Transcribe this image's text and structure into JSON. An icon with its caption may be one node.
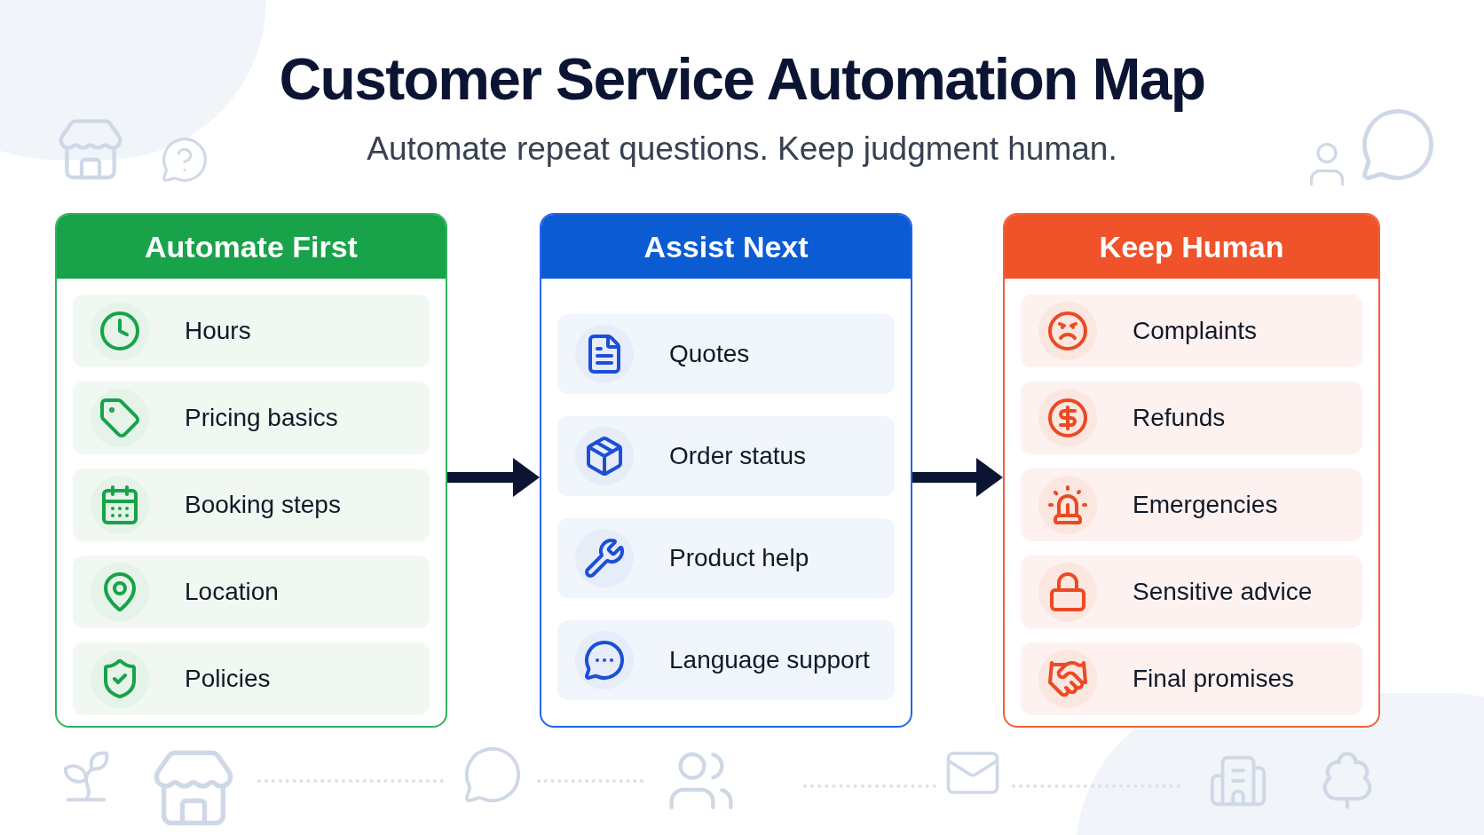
{
  "diagram": {
    "title": "Customer Service Automation Map",
    "caption": "Automate repeat questions. Keep judgment human.",
    "nodes": [
      {
        "text": [
          "Automate First"
        ]
      },
      {
        "text": [
          "Hours"
        ],
        "in": 0
      },
      {
        "text": [
          "Pricing basics"
        ],
        "in": 0
      },
      {
        "text": [
          "Booking steps"
        ],
        "in": 0
      },
      {
        "text": [
          "Location"
        ],
        "in": 0
      },
      {
        "text": [
          "Policies"
        ],
        "in": 0
      },
      {
        "text": [
          "Assist Next"
        ]
      },
      {
        "text": [
          "Quotes"
        ],
        "in": 6
      },
      {
        "text": [
          "Order status"
        ],
        "in": 6
      },
      {
        "text": [
          "Product help"
        ],
        "in": 6
      },
      {
        "text": [
          "Language support"
        ],
        "in": 6
      },
      {
        "text": [
          "Keep Human"
        ]
      },
      {
        "text": [
          "Complaints"
        ],
        "in": 11
      },
      {
        "text": [
          "Refunds"
        ],
        "in": 11
      },
      {
        "text": [
          "Emergencies"
        ],
        "in": 11
      },
      {
        "text": [
          "Sensitive advice"
        ],
        "in": 11
      },
      {
        "text": [
          "Final promises"
        ],
        "in": 11
      }
    ],
    "edges": [
      {
        "from": 0,
        "to": 6,
        "arrow": "to"
      },
      {
        "from": 6,
        "to": 11,
        "arrow": "to"
      }
    ]
  }
}
